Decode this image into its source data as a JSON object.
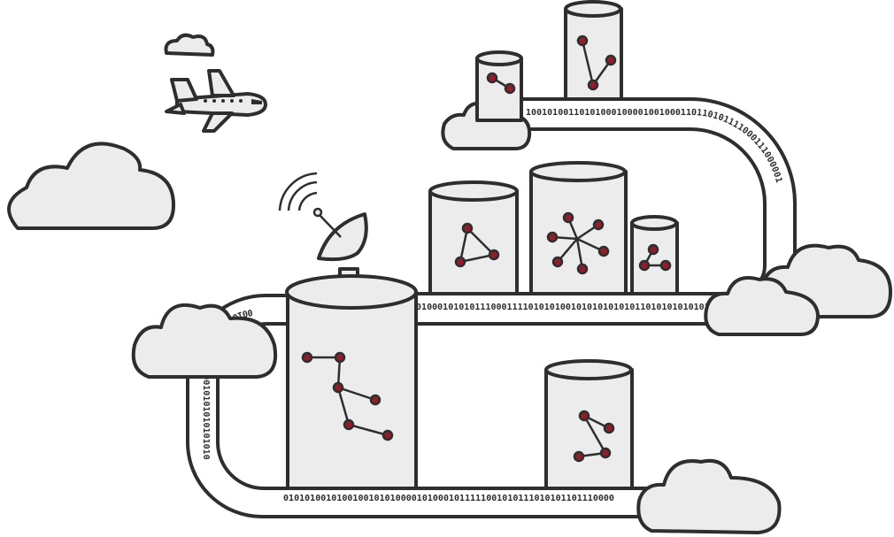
{
  "scene": {
    "bit_strings": {
      "top_track": "10010100110101000100001001000110110101111000111000001",
      "middle_track": "0100010101011100011110101010010101010101011010101010101",
      "left_loop": "00100010101000101001010101010101010",
      "bottom_track": "01010100101001001010100001010001011111001010111010101101110000"
    },
    "colors": {
      "outline": "#2e2e2e",
      "fill": "#ececec",
      "node": "#8e1f2a",
      "background": "#ffffff"
    },
    "icons": [
      "cloud-icon",
      "airplane-icon",
      "satellite-dish-icon",
      "database-icon",
      "network-graph-icon"
    ]
  }
}
